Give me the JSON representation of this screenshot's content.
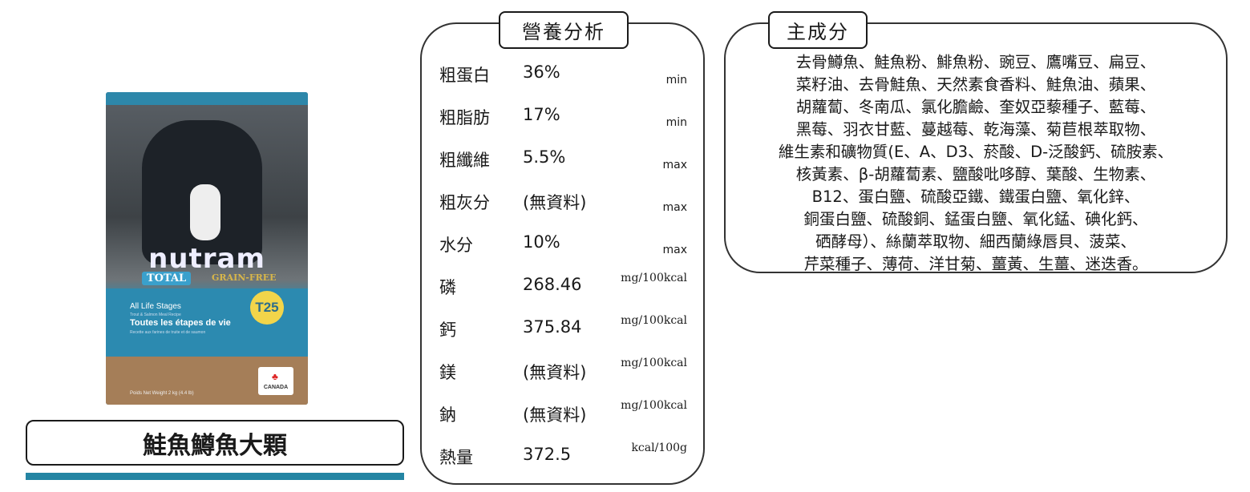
{
  "product": {
    "name": "鮭魚鱒魚大顆",
    "package": {
      "brand": "nutram",
      "line": "TOTAL",
      "sub_line": "GRAIN-FREE",
      "code": "T25",
      "stage_en": "All Life Stages",
      "recipe_en": "Trout & Salmon Meal Recipe",
      "stage_fr": "Toutes les étapes de vie",
      "recipe_fr": "Recette aux farines de truite et de saumon",
      "origin": "CANADA",
      "weight": "Poids Net Weight 2 kg (4.4 lb)"
    },
    "accent_color": "#2485a3"
  },
  "nutrition": {
    "title": "營養分析",
    "rows": [
      {
        "label": "粗蛋白",
        "value": "36%",
        "unit": "min"
      },
      {
        "label": "粗脂肪",
        "value": "17%",
        "unit": "min"
      },
      {
        "label": "粗纖維",
        "value": "5.5%",
        "unit": "max"
      },
      {
        "label": "粗灰分",
        "value": "(無資料)",
        "unit": "max"
      },
      {
        "label": "水分",
        "value": "10%",
        "unit": "max"
      },
      {
        "label": "磷",
        "value": "268.46",
        "unit": "mg/100kcal"
      },
      {
        "label": "鈣",
        "value": "375.84",
        "unit": "mg/100kcal"
      },
      {
        "label": "鎂",
        "value": "(無資料)",
        "unit": "mg/100kcal"
      },
      {
        "label": "鈉",
        "value": "(無資料)",
        "unit": "mg/100kcal"
      },
      {
        "label": "熱量",
        "value": "372.5",
        "unit": "kcal/100g"
      }
    ]
  },
  "ingredients": {
    "title": "主成分",
    "lines": [
      "去骨鱒魚、鮭魚粉、鯡魚粉、豌豆、鷹嘴豆、扁豆、",
      "菜籽油、去骨鮭魚、天然素食香料、鮭魚油、蘋果、",
      "胡蘿蔔、冬南瓜、氯化膽鹼、奎奴亞藜種子、藍莓、",
      "黑莓、羽衣甘藍、蔓越莓、乾海藻、菊苣根萃取物、",
      "維生素和礦物質(E、A、D3、菸酸、D-泛酸鈣、硫胺素、",
      "核黃素、β-胡蘿蔔素、鹽酸吡哆醇、葉酸、生物素、",
      "B12、蛋白鹽、硫酸亞鐵、鐵蛋白鹽、氧化鋅、",
      "銅蛋白鹽、硫酸銅、錳蛋白鹽、氧化錳、碘化鈣、",
      "硒酵母）、絲蘭萃取物、細西蘭綠唇貝、菠菜、",
      "芹菜種子、薄荷、洋甘菊、薑黃、生薑、迷迭香。"
    ]
  }
}
